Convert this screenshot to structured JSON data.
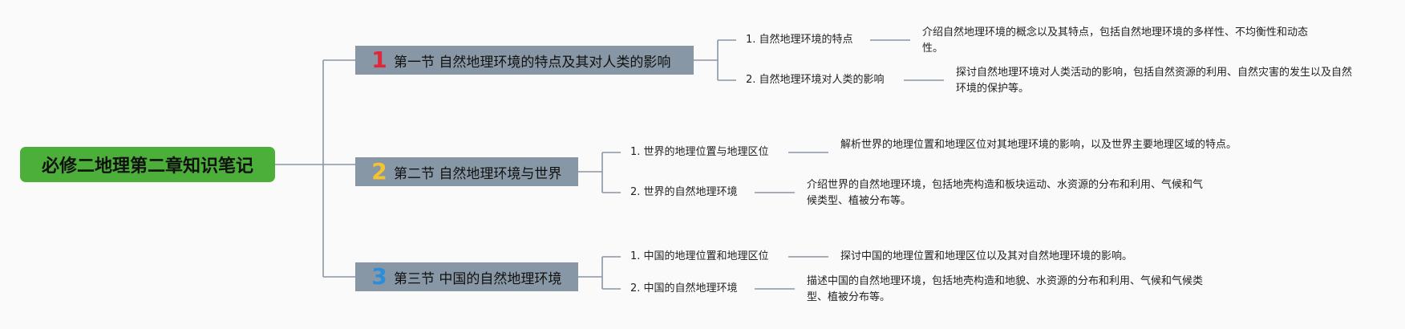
{
  "root": {
    "title": "必修二地理第二章知识笔记"
  },
  "sections": [
    {
      "number": "1",
      "number_color": "#e0263a",
      "title": "第一节 自然地理环境的特点及其对人类的影响",
      "topics": [
        {
          "label": "1. 自然地理环境的特点",
          "description": "介绍自然地理环境的概念以及其特点，包括自然地理环境的多样性、不均衡性和动态性。"
        },
        {
          "label": "2. 自然地理环境对人类的影响",
          "description": "探讨自然地理环境对人类活动的影响，包括自然资源的利用、自然灾害的发生以及自然环境的保护等。"
        }
      ]
    },
    {
      "number": "2",
      "number_color": "#f5c330",
      "title": "第二节 自然地理环境与世界",
      "topics": [
        {
          "label": "1. 世界的地理位置与地理区位",
          "description": "解析世界的地理位置和地理区位对其地理环境的影响，以及世界主要地理区域的特点。"
        },
        {
          "label": "2. 世界的自然地理环境",
          "description": "介绍世界的自然地理环境，包括地壳构造和板块运动、水资源的分布和利用、气候和气候类型、植被分布等。"
        }
      ]
    },
    {
      "number": "3",
      "number_color": "#2a8fd8",
      "title": "第三节 中国的自然地理环境",
      "topics": [
        {
          "label": "1. 中国的地理位置和地理区位",
          "description": "探讨中国的地理位置和地理区位以及其对自然地理环境的影响。"
        },
        {
          "label": "2. 中国的自然地理环境",
          "description": "描述中国的自然地理环境，包括地壳构造和地貌、水资源的分布和利用、气候和气候类型、植被分布等。"
        }
      ]
    }
  ],
  "colors": {
    "root_bg": "#4caf3a",
    "section_bg": "#8897a5",
    "connector": "#8a96a3"
  }
}
